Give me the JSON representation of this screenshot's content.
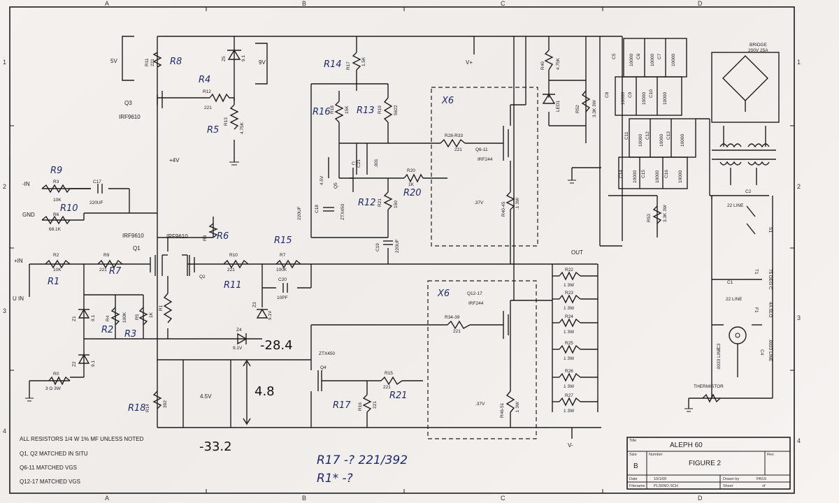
{
  "zones": {
    "columns": [
      "A",
      "B",
      "C",
      "D"
    ],
    "rows": [
      "1",
      "2",
      "3",
      "4"
    ]
  },
  "title_block": {
    "size_label": "Size",
    "size_value": "B",
    "number_label": "Number",
    "rev_label": "Rev",
    "title": "ALEPH 60",
    "figure": "FIGURE 2",
    "date_label": "Date",
    "date_value": "10/1/00",
    "drawn_by_label": "Drawn by",
    "drawn_by_value": "PASS",
    "filename_label": "Filename",
    "filename_value": "PLS6NO.SCH",
    "sheet_label": "Sheet",
    "sheet_value": "of"
  },
  "notes": [
    "ALL RESISTORS 1/4 W 1% MF UNLESS NOTED",
    "Q1, Q2 MATCHED IN SITU",
    "Q6-11 MATCHED VGS",
    "Q12-17 MATCHED VGS"
  ],
  "handwritten": {
    "r8": "R8",
    "r4": "R4",
    "r5": "R5",
    "r9": "R9",
    "r10": "R10",
    "r1": "R1",
    "r7": "R7",
    "r2": "R2",
    "r3": "R3",
    "r6": "R6",
    "r15": "R15",
    "r11": "R11",
    "r14": "R14",
    "r16": "R16",
    "r13": "R13",
    "r12": "R12",
    "r20": "R20",
    "r17": "R17",
    "r21": "R21",
    "r18": "R18",
    "x6_top": "X6",
    "x6_bottom": "X6",
    "v_neg_28": "-28.4",
    "v_48": "4.8",
    "v_neg_33": "-33.2",
    "question_1": "R17 -? 221/392",
    "question_2": "R1* -?"
  },
  "labels": {
    "v5": "5V",
    "v9": "9V",
    "r11": "R11",
    "r11v": "221",
    "z5": "Z5",
    "z5v": "9.1",
    "q3": "Q3",
    "q3v": "IRF9610",
    "r12": "R12",
    "r12v": "221",
    "r13": "R13",
    "r13v": "4.75K",
    "plus4v": "+4V",
    "minus_in": "-IN",
    "gnd": "GND",
    "plus_in": "+IN",
    "u_in": "U IN",
    "r3": "R3",
    "r3v": "10K",
    "r6": "R6",
    "r6v": "68.1K",
    "c17": "C17",
    "c17v": "220UF",
    "r2": "R2",
    "r2v": "10K",
    "r9": "R9",
    "r9v": "221",
    "q1": "Q1",
    "q1v": "IRF9610",
    "q2": "Q2",
    "q2v": "IRF9610",
    "r8": "R8",
    "r10": "R10",
    "r10v": "221",
    "r7": "R7",
    "r7v": "100K",
    "c20": "C20",
    "c20v": "10PF",
    "r4": "R4",
    "r4v": "100K",
    "r5": "R5",
    "r5v": "1K",
    "r1": "R1",
    "z1": "Z1",
    "z1v": "9.1",
    "z2": "Z2",
    "z2v": "9.1",
    "z3": "Z3",
    "z3v": "9.1V",
    "z4": "Z4",
    "z4v": "9.1V",
    "r0": "R0",
    "r0v": "3 Ω 3W",
    "r14": "R14",
    "r14v": "392",
    "r17": "R17",
    "r17v": "1.5K",
    "r18": "R18",
    "r18v": "15K",
    "r19": "R19",
    "r19v": "5622",
    "c7": "C7",
    "c21": "C21",
    "c21v": ".001",
    "v45_top": "4.5V",
    "v45_bot": "4.5V",
    "q5": "Q5",
    "q5v": "ZTX450",
    "c18": "C18",
    "c18v": "220UF",
    "r20": "R20",
    "r20v": "1K",
    "r21": "R21",
    "r21v": "150",
    "c19": "C19",
    "c19v": "220UF",
    "r28": "R28-R33",
    "r28v": "221",
    "q6": "Q6-11",
    "q6v": "IRF244",
    "v37_top": ".37V",
    "r40": "R40-45",
    "r40v": ".1 3W",
    "q4": "Q4",
    "q4v": "ZTX450",
    "r15": "R15",
    "r15v": "221",
    "r16": "R16",
    "r16v": "221",
    "r34": "R34-39",
    "r34v": "221",
    "q12": "Q12-17",
    "q12v": "IRF244",
    "v37_bot": ".37V",
    "r46": "R46-51",
    "r46v": ".1 3W",
    "vplus": "V+",
    "vminus": "V-",
    "out": "OUT",
    "r40b": "R40",
    "r40bv": "4.75K",
    "led1": "LED1",
    "r52": "R52",
    "r52v": "3.3K 3W",
    "r53": "R53",
    "r53v": "3.3K 3W",
    "c5": "C5",
    "c6": "C6",
    "c7b": "C7",
    "c8": "C8",
    "c9": "C9",
    "c10": "C10",
    "c11": "C11",
    "c12": "C12",
    "c13": "C13",
    "c14": "C14",
    "c15": "C15",
    "c16": "C16",
    "cap_value": "10000",
    "bridge": "BRIDGE",
    "bridge_v": "200V 25A",
    "c2": "C2",
    "c2v": "22 LINE",
    "c1": "C1",
    "c1v": "22 LINE",
    "s1": "S1",
    "t1": "T1",
    "t1v": "75 DEG C",
    "f1": "F1",
    "f1v": "4A SLO",
    "c3": "C3",
    "c3v": ".0033 LINE",
    "c4": "C4",
    "c4v": ".0033 LINE",
    "thermistor": "THERMISTOR",
    "r22": "R22",
    "r23": "R23",
    "r24": "R24",
    "r25": "R25",
    "r26": "R26",
    "r27": "R27",
    "load_v": "1 3W"
  }
}
